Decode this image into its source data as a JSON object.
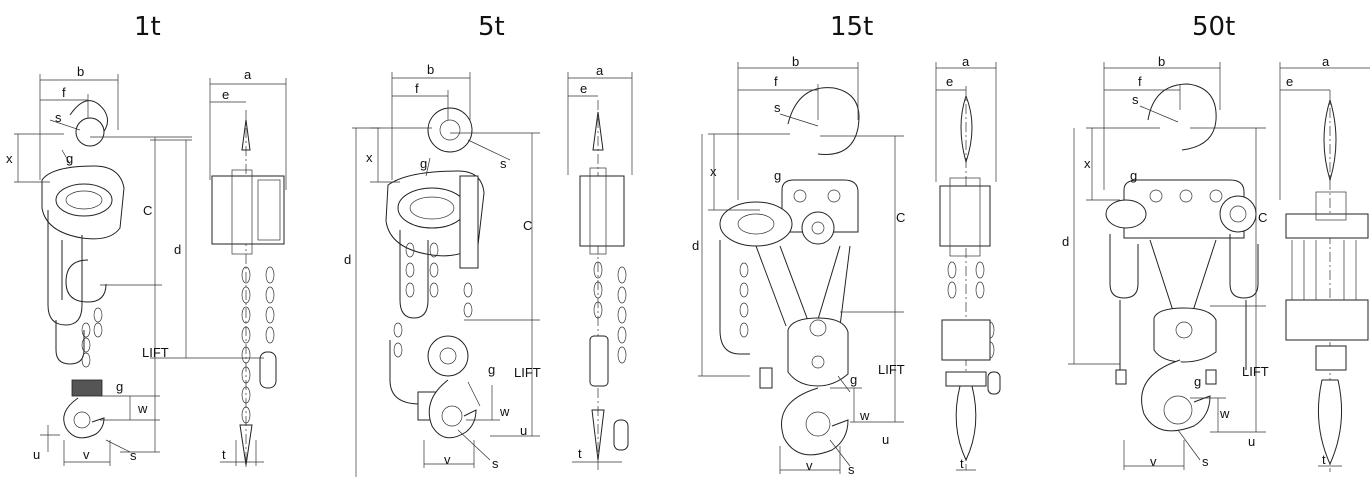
{
  "panels": [
    {
      "title": "1t"
    },
    {
      "title": "5t"
    },
    {
      "title": "15t"
    },
    {
      "title": "50t"
    }
  ],
  "dimension_labels": {
    "a": "a",
    "b": "b",
    "c": "C",
    "d": "d",
    "e": "e",
    "f": "f",
    "g": "g",
    "s": "s",
    "t": "t",
    "u": "u",
    "v": "v",
    "w": "w",
    "x": "x",
    "lift": "LIFT"
  }
}
